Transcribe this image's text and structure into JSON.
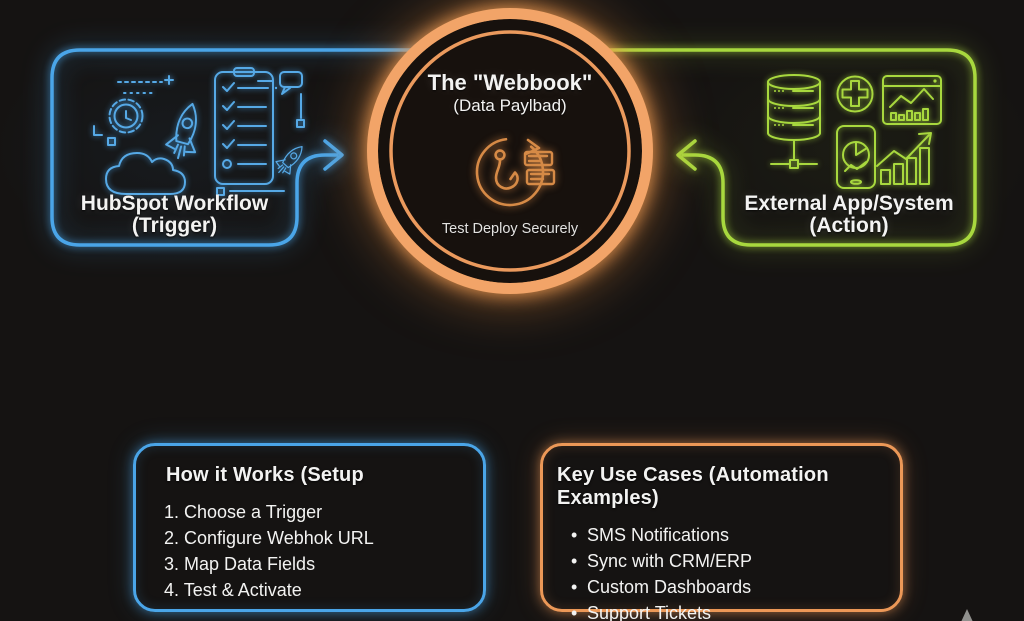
{
  "colors": {
    "blue_accent": "#4aa5e8",
    "green_accent": "#a8d83e",
    "orange_ring": "#f2a468",
    "orange_border": "#ec9857",
    "text": "#f3f3f2",
    "background": "#151312"
  },
  "trigger_box": {
    "title_line1": "HubSpot Workflow",
    "title_line2": "(Trigger)",
    "icons": [
      "clock-gear-icon",
      "rocket-icon",
      "cloud-icon",
      "checklist-icon",
      "small-rocket-icon",
      "chat-bubble-icon"
    ]
  },
  "webhook_circle": {
    "title": "The \"Webbook\"",
    "subtitle": "(Data Paylbad)",
    "caption": "Test Deploy Securely",
    "icon": "hook-sync-icon"
  },
  "action_box": {
    "title_line1": "External App/System",
    "title_line2": "(Action)",
    "icons": [
      "database-icon",
      "plus-circle-icon",
      "analytics-window-icon",
      "mobile-pie-chart-icon",
      "growth-chart-icon"
    ]
  },
  "setup_box": {
    "heading": "How it Works (Setup",
    "items": [
      "1. Choose a Trigger",
      "2. Configure Webhok URL",
      "3. Map Data Fields",
      "4. Test & Activate"
    ]
  },
  "use_cases_box": {
    "heading": "Key Use Cases (Automation Examples)",
    "bullet": "•",
    "items": [
      "SMS Notifications",
      "Sync with CRM/ERP",
      "Custom Dashboards",
      "Support Tickets"
    ]
  }
}
